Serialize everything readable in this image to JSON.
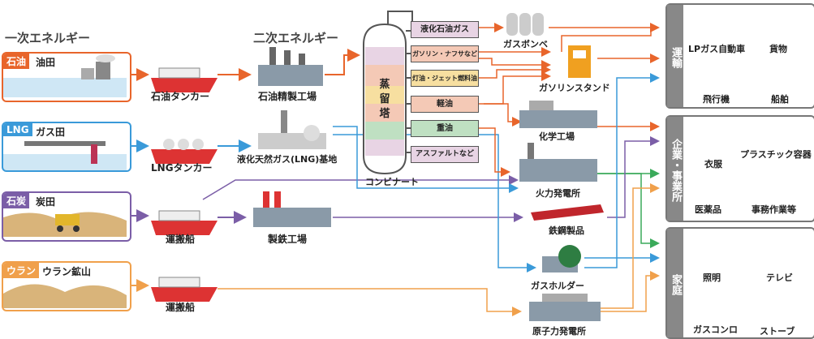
{
  "headers": {
    "primary": "一次エネルギー",
    "secondary": "二次エネルギー"
  },
  "sources": [
    {
      "tag": "石油",
      "name": "油田",
      "color": "#e8652b"
    },
    {
      "tag": "LNG",
      "name": "ガス田",
      "color": "#3a9ad9"
    },
    {
      "tag": "石炭",
      "name": "炭田",
      "color": "#7b5ea7"
    },
    {
      "tag": "ウラン",
      "name": "ウラン鉱山",
      "color": "#f0a04b"
    }
  ],
  "carriers": [
    "石油タンカー",
    "LNGタンカー",
    "運搬船",
    "運搬船"
  ],
  "facilities": {
    "refinery": "石油精製工場",
    "lng_base": "液化天然ガス(LNG)基地",
    "steel_plant": "製鉄工場",
    "tower": "蒸留塔",
    "complex": "コンビナート"
  },
  "fractions": [
    "液化石油ガス",
    "ガソリン・ナフサなど",
    "灯油・ジェット燃料油",
    "軽油",
    "重油",
    "アスファルトなど"
  ],
  "intermediates": {
    "gas_cylinders": "ガスボンベ",
    "gas_station": "ガソリンスタンド",
    "chemical_plant": "化学工場",
    "thermal_plant": "火力発電所",
    "steel_products": "鉄鋼製品",
    "gas_holder": "ガスホルダー",
    "nuclear_plant": "原子力発電所"
  },
  "panels": {
    "transport": {
      "title": "運輸",
      "items": [
        "LPガス自動車",
        "貨物",
        "飛行機",
        "船舶"
      ]
    },
    "business": {
      "title": "企業・事業所",
      "items": [
        "衣服",
        "プラスチック容器",
        "医薬品",
        "事務作業等"
      ]
    },
    "home": {
      "title": "家庭",
      "items": [
        "照明",
        "テレビ",
        "ガスコンロ",
        "ストーブ"
      ]
    }
  }
}
